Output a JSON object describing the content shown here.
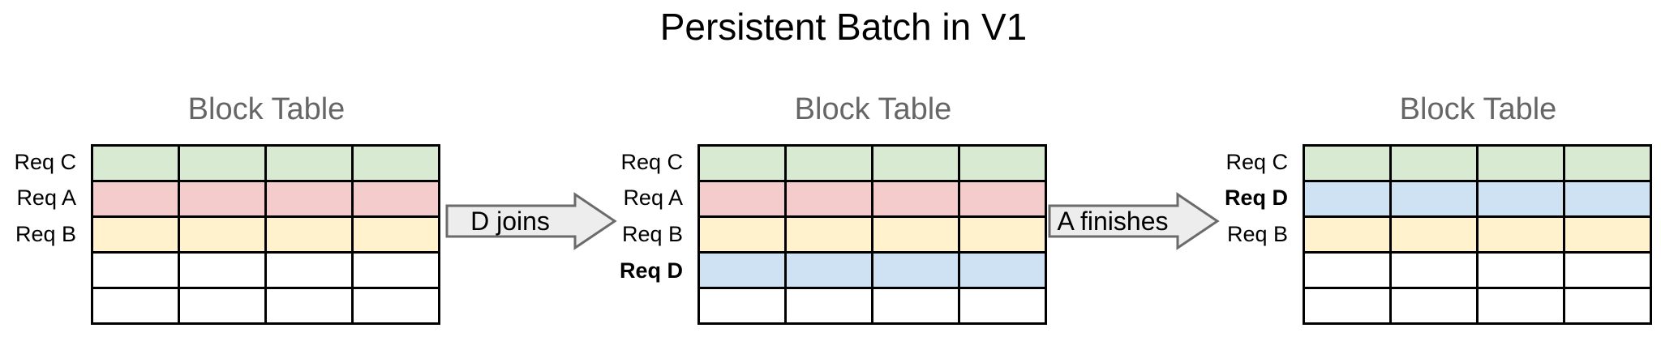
{
  "title": "Persistent Batch in V1",
  "colors": {
    "green": "#d9ead3",
    "red": "#f4cccc",
    "yellow": "#fff2cc",
    "blue": "#cfe2f3",
    "white": "#ffffff",
    "border": "#000000",
    "table_title_gray": "#666666",
    "arrow_fill": "#ededed",
    "arrow_stroke": "#6b6b6b"
  },
  "tables": [
    {
      "title": "Block Table",
      "columns": 4,
      "rows": [
        {
          "label": "Req C",
          "bold": false,
          "color": "green"
        },
        {
          "label": "Req A",
          "bold": false,
          "color": "red"
        },
        {
          "label": "Req B",
          "bold": false,
          "color": "yellow"
        },
        {
          "label": "",
          "bold": false,
          "color": "white"
        },
        {
          "label": "",
          "bold": false,
          "color": "white"
        }
      ]
    },
    {
      "title": "Block Table",
      "columns": 4,
      "rows": [
        {
          "label": "Req C",
          "bold": false,
          "color": "green"
        },
        {
          "label": "Req A",
          "bold": false,
          "color": "red"
        },
        {
          "label": "Req B",
          "bold": false,
          "color": "yellow"
        },
        {
          "label": "Req D",
          "bold": true,
          "color": "blue"
        },
        {
          "label": "",
          "bold": false,
          "color": "white"
        }
      ]
    },
    {
      "title": "Block Table",
      "columns": 4,
      "rows": [
        {
          "label": "Req C",
          "bold": false,
          "color": "green"
        },
        {
          "label": "Req D",
          "bold": true,
          "color": "blue"
        },
        {
          "label": "Req B",
          "bold": false,
          "color": "yellow"
        },
        {
          "label": "",
          "bold": false,
          "color": "white"
        },
        {
          "label": "",
          "bold": false,
          "color": "white"
        }
      ]
    }
  ],
  "arrows": [
    {
      "label": "D joins"
    },
    {
      "label": "A finishes"
    }
  ]
}
